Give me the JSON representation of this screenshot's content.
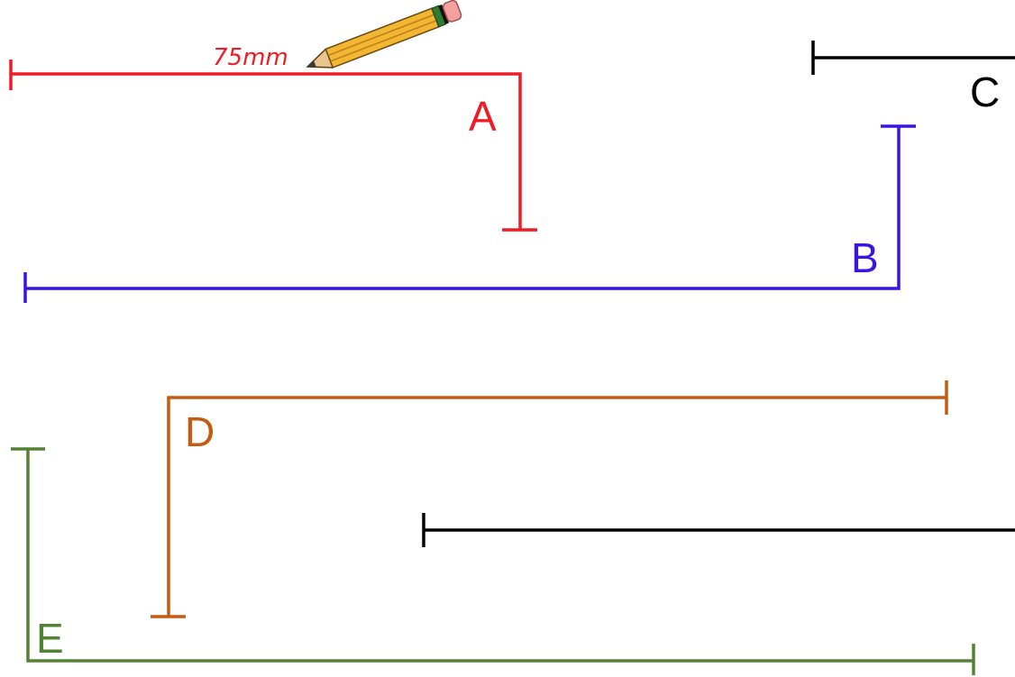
{
  "measurement": {
    "text": "75mm",
    "color": "#ee1c25"
  },
  "lines": [
    {
      "id": "A",
      "label": "A",
      "color": "#ee1c25"
    },
    {
      "id": "B",
      "label": "B",
      "color": "#3a14e0"
    },
    {
      "id": "C",
      "label": "C",
      "color": "#000000"
    },
    {
      "id": "D",
      "label": "D",
      "color": "#c55a11"
    },
    {
      "id": "E",
      "label": "E",
      "color": "#548235"
    },
    {
      "id": "F",
      "label": "",
      "color": "#000000"
    }
  ],
  "pencil_icon": "pencil-icon"
}
